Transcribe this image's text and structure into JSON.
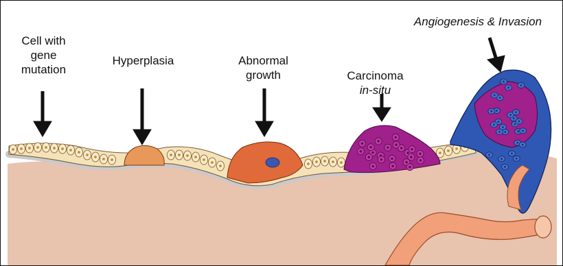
{
  "labels": {
    "mutation": [
      "Cell with",
      "gene",
      "mutation"
    ],
    "hyperplasia": "Hyperplasia",
    "abnormal": [
      "Abnormal",
      "growth"
    ],
    "carcinoma": "Carcinoma",
    "carcinoma_sub": "in-situ",
    "angiogenesis": "Angiogenesis & Invasion"
  },
  "colors": {
    "stroma": "#e8c3ae",
    "basement": "#cfd0d2",
    "normal_cell": "#f6e2b8",
    "hyperplastic_cell": "#e89858",
    "abnormal_cell": "#e06a3a",
    "carcinoma_cell": "#a0208c",
    "invasive_cell": "#2f58b4",
    "vessel": "#f2a07a",
    "arrow": "#111111"
  }
}
